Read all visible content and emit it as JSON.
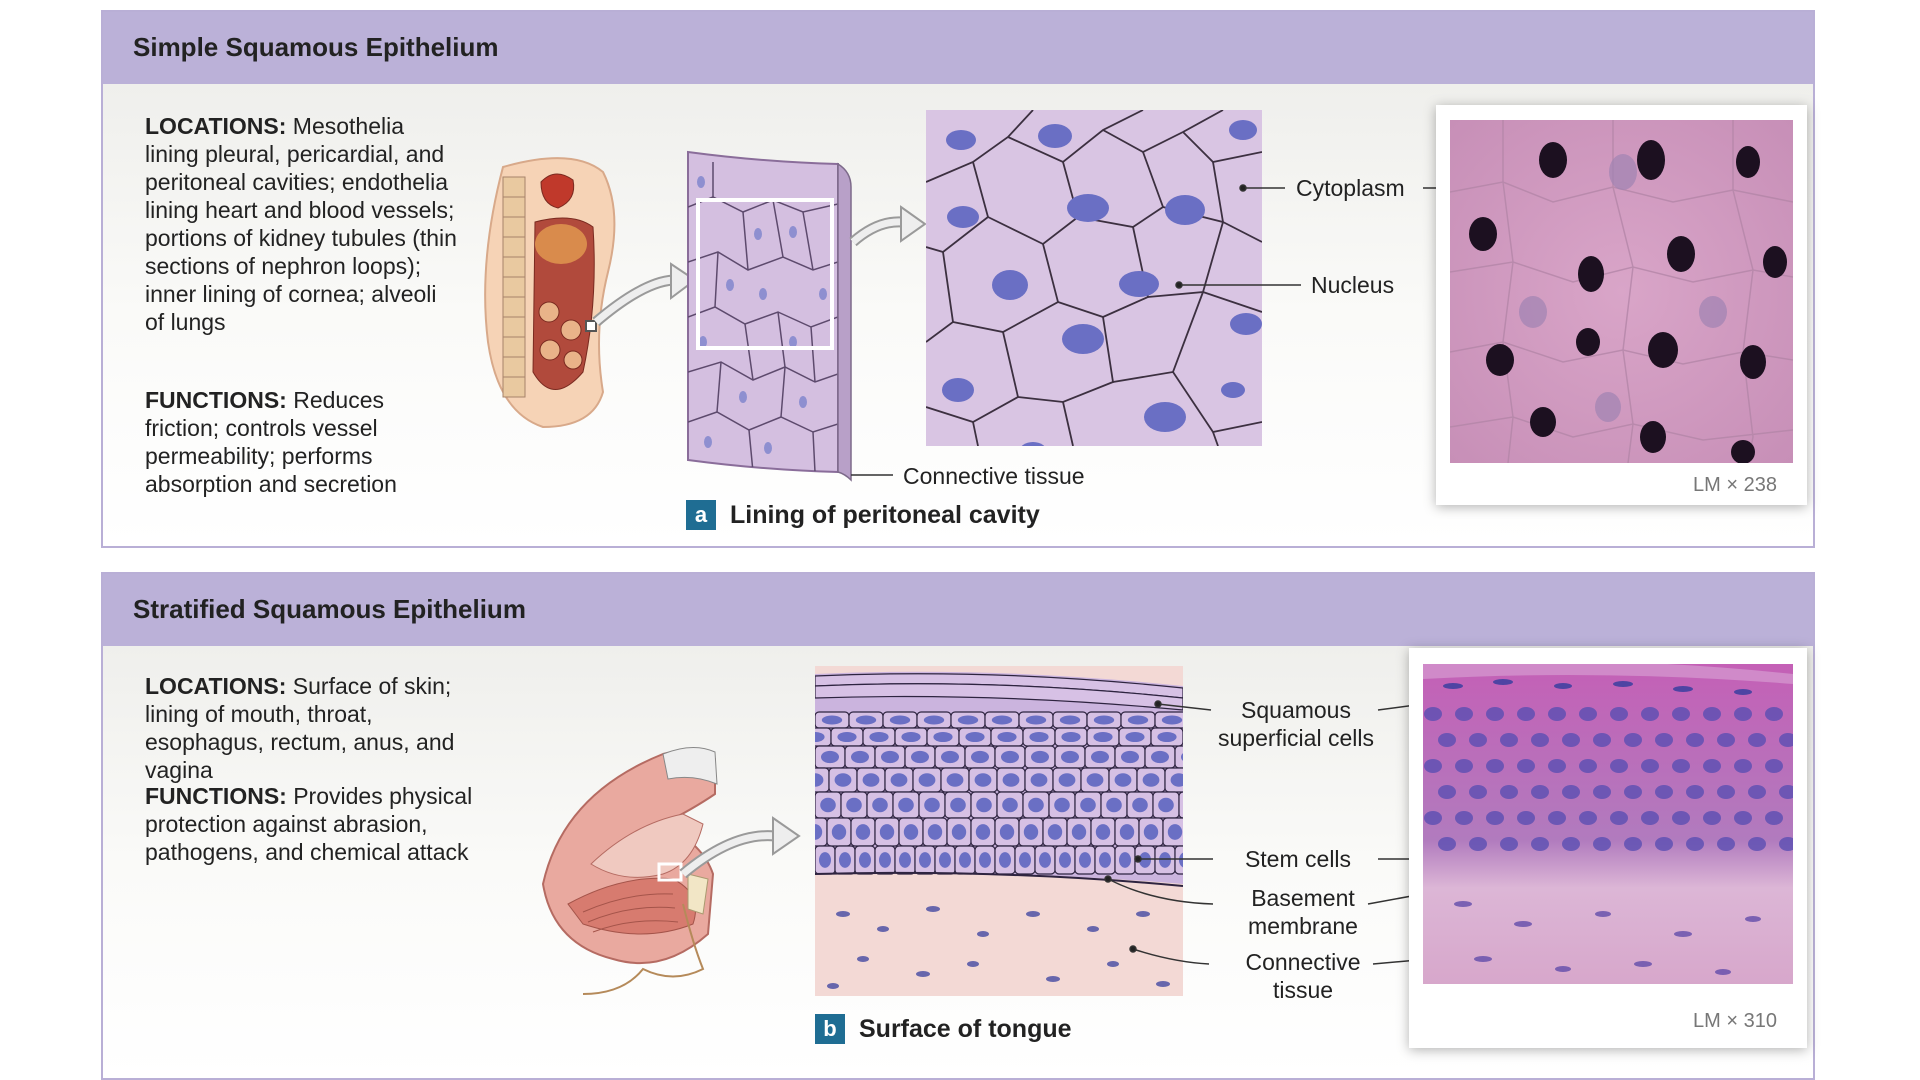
{
  "panel_a": {
    "title": "Simple Squamous Epithelium",
    "locations_label": "LOCATIONS:",
    "locations_text": "Mesothelia lining pleural, pericardial, and peritoneal cavities; endothelia lining heart and blood vessels; portions of kidney tubules (thin sections of nephron loops); inner lining of cornea; alveoli of lungs",
    "functions_label": "FUNCTIONS:",
    "functions_text": "Reduces friction; controls vessel permeability; performs absorption and secretion",
    "labels": {
      "cytoplasm": "Cytoplasm",
      "nucleus": "Nucleus",
      "connective_tissue": "Connective tissue"
    },
    "caption_letter": "a",
    "caption_text": "Lining of peritoneal cavity",
    "magnification": "LM × 238"
  },
  "panel_b": {
    "title": "Stratified Squamous Epithelium",
    "locations_label": "LOCATIONS:",
    "locations_text": "Surface of skin; lining of mouth, throat, esophagus, rectum, anus, and vagina",
    "functions_label": "FUNCTIONS:",
    "functions_text": "Provides physical protection against abrasion, pathogens, and chemical attack",
    "labels": {
      "squamous_superficial_line1": "Squamous",
      "squamous_superficial_line2": "superficial cells",
      "stem_cells": "Stem cells",
      "basement_line1": "Basement",
      "basement_line2": "membrane",
      "connective_line1": "Connective",
      "connective_line2": "tissue"
    },
    "caption_letter": "b",
    "caption_text": "Surface of tongue",
    "magnification": "LM × 310"
  },
  "colors": {
    "header": "#bbb1d8",
    "panel_border": "#b9afd6",
    "caption_box": "#1f6d93",
    "cell_fill": "#dcc6e4",
    "nucleus": "#6a6fc4"
  },
  "icons": [
    "torso-cross-section-icon",
    "mouth-cross-section-icon",
    "arrow-icon"
  ]
}
